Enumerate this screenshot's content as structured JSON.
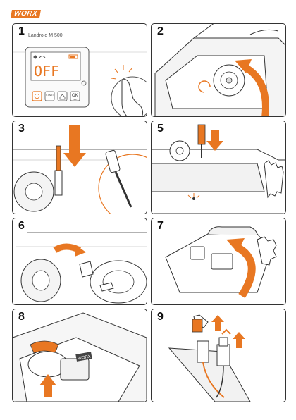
{
  "brand": {
    "logo_text": "WORX"
  },
  "steps": [
    {
      "number": "1",
      "model": "Landroid M 500",
      "display": "OFF",
      "buttons": [
        "START",
        "OK",
        "SET"
      ]
    },
    {
      "number": "2"
    },
    {
      "number": "3"
    },
    {
      "number": "5"
    },
    {
      "number": "6"
    },
    {
      "number": "7"
    },
    {
      "number": "8",
      "sticker_text": "WORX"
    },
    {
      "number": "9"
    }
  ],
  "colors": {
    "accent": "#e87722",
    "line": "#333333",
    "fill": "#f2f2f2"
  }
}
